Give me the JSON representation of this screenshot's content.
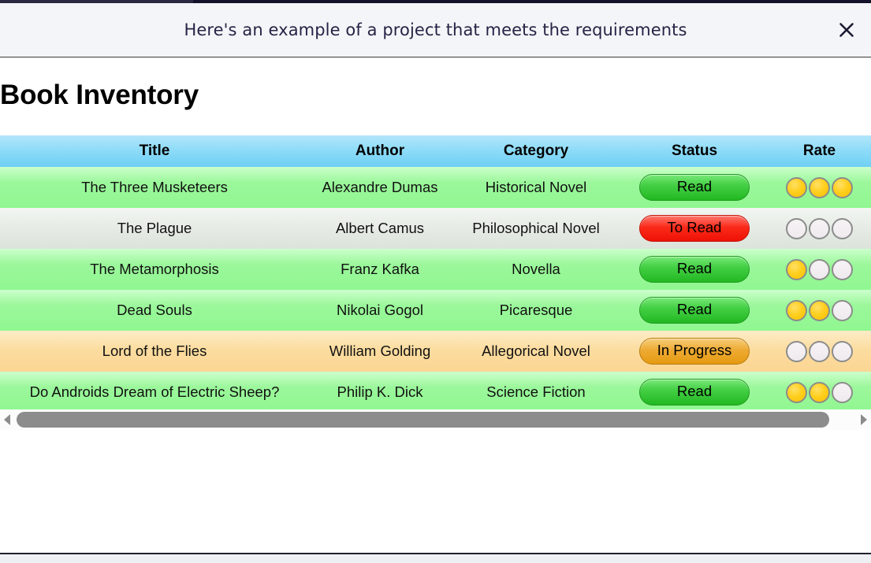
{
  "chrome": {
    "strip_color": "#1d1b33"
  },
  "banner": {
    "message": "Here's an example of a project that meets the requirements",
    "close_label": "×",
    "background": "#f4f5f8",
    "text_color": "#252446"
  },
  "page": {
    "title": "Book Inventory"
  },
  "table": {
    "columns": [
      {
        "key": "title",
        "label": "Title"
      },
      {
        "key": "author",
        "label": "Author"
      },
      {
        "key": "category",
        "label": "Category"
      },
      {
        "key": "status",
        "label": "Status"
      },
      {
        "key": "rate",
        "label": "Rate"
      }
    ],
    "header_color": "#8fdcf8",
    "rows": [
      {
        "title": "The Three Musketeers",
        "author": "Alexandre Dumas",
        "category": "Historical Novel",
        "status": "Read",
        "status_kind": "read",
        "rating": 3,
        "max_rating": 3,
        "row_style": "green"
      },
      {
        "title": "The Plague",
        "author": "Albert Camus",
        "category": "Philosophical Novel",
        "status": "To Read",
        "status_kind": "toread",
        "rating": 0,
        "max_rating": 3,
        "row_style": "grey"
      },
      {
        "title": "The Metamorphosis",
        "author": "Franz Kafka",
        "category": "Novella",
        "status": "Read",
        "status_kind": "read",
        "rating": 1,
        "max_rating": 3,
        "row_style": "green"
      },
      {
        "title": "Dead Souls",
        "author": "Nikolai Gogol",
        "category": "Picaresque",
        "status": "Read",
        "status_kind": "read",
        "rating": 2,
        "max_rating": 3,
        "row_style": "green"
      },
      {
        "title": "Lord of the Flies",
        "author": "William Golding",
        "category": "Allegorical Novel",
        "status": "In Progress",
        "status_kind": "inprogress",
        "rating": 0,
        "max_rating": 3,
        "row_style": "orange"
      },
      {
        "title": "Do Androids Dream of Electric Sheep?",
        "author": "Philip K. Dick",
        "category": "Science Fiction",
        "status": "Read",
        "status_kind": "read",
        "rating": 2,
        "max_rating": 3,
        "row_style": "green"
      }
    ]
  },
  "scrollbar": {
    "orientation": "horizontal",
    "left_arrow": "left-triangle",
    "right_arrow": "right-triangle",
    "thumb_color": "#8c8c8c",
    "thumb_fraction": 0.97
  },
  "status_colors": {
    "read": "#22b822",
    "toread": "#ee1206",
    "inprogress": "#e59a12"
  },
  "rating_colors": {
    "filled": "#ffcf1f",
    "empty": "#efeaee"
  }
}
